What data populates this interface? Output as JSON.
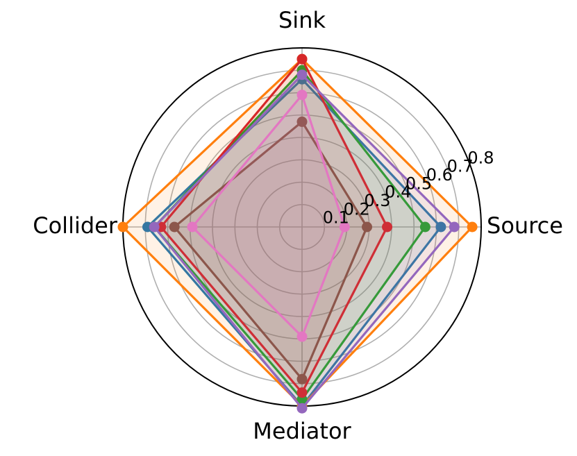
{
  "chart_data": {
    "type": "radar",
    "title": "",
    "categories": [
      "Source",
      "Sink",
      "Collider",
      "Mediator"
    ],
    "rlim": [
      0,
      0.8
    ],
    "radial_ticks": [
      0.1,
      0.2,
      0.3,
      0.4,
      0.5,
      0.6,
      0.7,
      0.8
    ],
    "radial_tick_labels": [
      "0.1",
      "0.2",
      "0.3",
      "0.4",
      "0.5",
      "0.6",
      "0.7",
      "0.8"
    ],
    "grid": true,
    "series": [
      {
        "color": "#1f77b4",
        "values": [
          0.62,
          0.66,
          0.69,
          0.8
        ]
      },
      {
        "color": "#ff7f0e",
        "values": [
          0.76,
          0.75,
          0.8,
          0.8
        ]
      },
      {
        "color": "#2ca02c",
        "values": [
          0.55,
          0.7,
          0.66,
          0.77
        ]
      },
      {
        "color": "#d62728",
        "values": [
          0.38,
          0.75,
          0.63,
          0.74
        ]
      },
      {
        "color": "#9467bd",
        "values": [
          0.68,
          0.68,
          0.66,
          0.81
        ]
      },
      {
        "color": "#8c564b",
        "values": [
          0.29,
          0.47,
          0.57,
          0.68
        ]
      },
      {
        "color": "#e377c2",
        "values": [
          0.19,
          0.59,
          0.49,
          0.49
        ]
      }
    ]
  }
}
